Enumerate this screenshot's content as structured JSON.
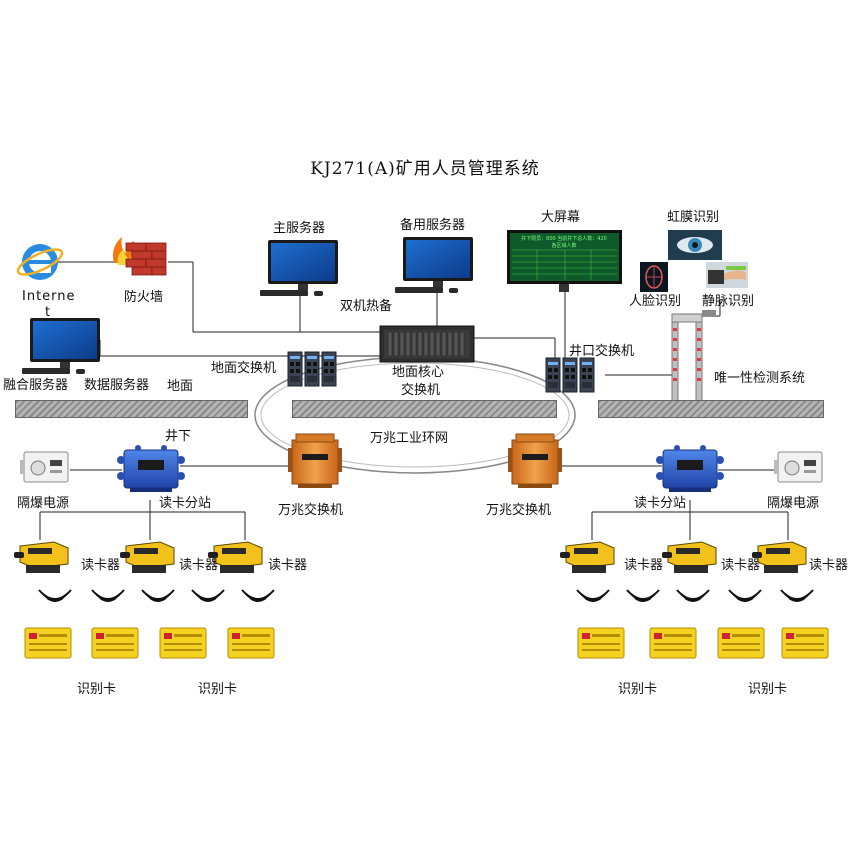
{
  "title": "KJ271(A)矿用人员管理系统",
  "colors": {
    "line": "#222222",
    "orange": "#e98a2e",
    "blue": "#2f5fc6",
    "card": "#f4d21f",
    "screen": "#0f5a2a"
  },
  "labels": {
    "internet_1": "Interne",
    "internet_2": "t",
    "firewall": "防火墙",
    "main_server": "主服务器",
    "backup_server": "备用服务器",
    "hot_standby": "双机热备",
    "big_screen": "大屏幕",
    "iris": "虹膜识别",
    "face": "人脸识别",
    "vein": "静脉识别",
    "fusion_server": "融合服务器",
    "data_server": "数据服务器",
    "ground": "地面",
    "ground_switch": "地面交换机",
    "core_switch_1": "地面核心",
    "core_switch_2": "交换机",
    "shaft_switch": "井口交换机",
    "unique_detect": "唯一性检测系统",
    "underground": "井下",
    "ring": "万兆工业环网",
    "power_left": "隔爆电源",
    "power_right": "隔爆电源",
    "substation_left": "读卡分站",
    "substation_right": "读卡分站",
    "gig_switch_left": "万兆交换机",
    "gig_switch_right": "万兆交换机",
    "reader": "读卡器",
    "id_card": "识别卡"
  },
  "screen_text": {
    "header": "井下限员：800  当前井下总人数：420",
    "sub": "各区域人数"
  },
  "icons": [
    "internet-explorer-icon",
    "firewall-icon",
    "monitor-icon",
    "led-screen-icon",
    "iris-icon",
    "face-icon",
    "vein-icon",
    "metal-detector-gate-icon",
    "switch-icon",
    "core-switch-icon",
    "explosion-proof-switch-icon",
    "card-substation-icon",
    "power-supply-icon",
    "card-reader-icon",
    "wireless-signal-icon",
    "id-card-icon"
  ]
}
